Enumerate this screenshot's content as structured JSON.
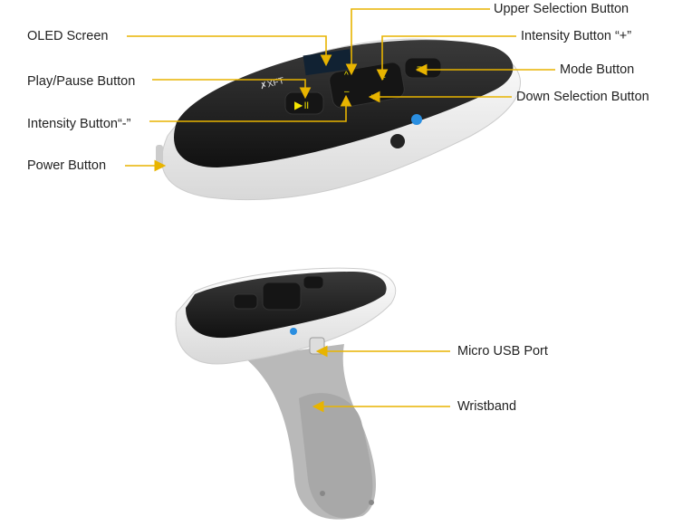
{
  "labels": {
    "upper_selection": "Upper Selection Button",
    "oled": "OLED Screen",
    "intensity_plus": "Intensity Button “+”",
    "mode": "Mode Button",
    "play_pause": "Play/Pause Button",
    "down_selection": "Down Selection Button",
    "intensity_minus": "Intensity Button“-”",
    "power": "Power Button",
    "micro_usb": "Micro USB Port",
    "wristband": "Wristband"
  },
  "colors": {
    "leader": "#e8b400",
    "device_body": "#f2f2f2",
    "device_panel": "#1c1c1c",
    "button_glyph": "#f5e600",
    "wristband": "#b9b9b9"
  }
}
